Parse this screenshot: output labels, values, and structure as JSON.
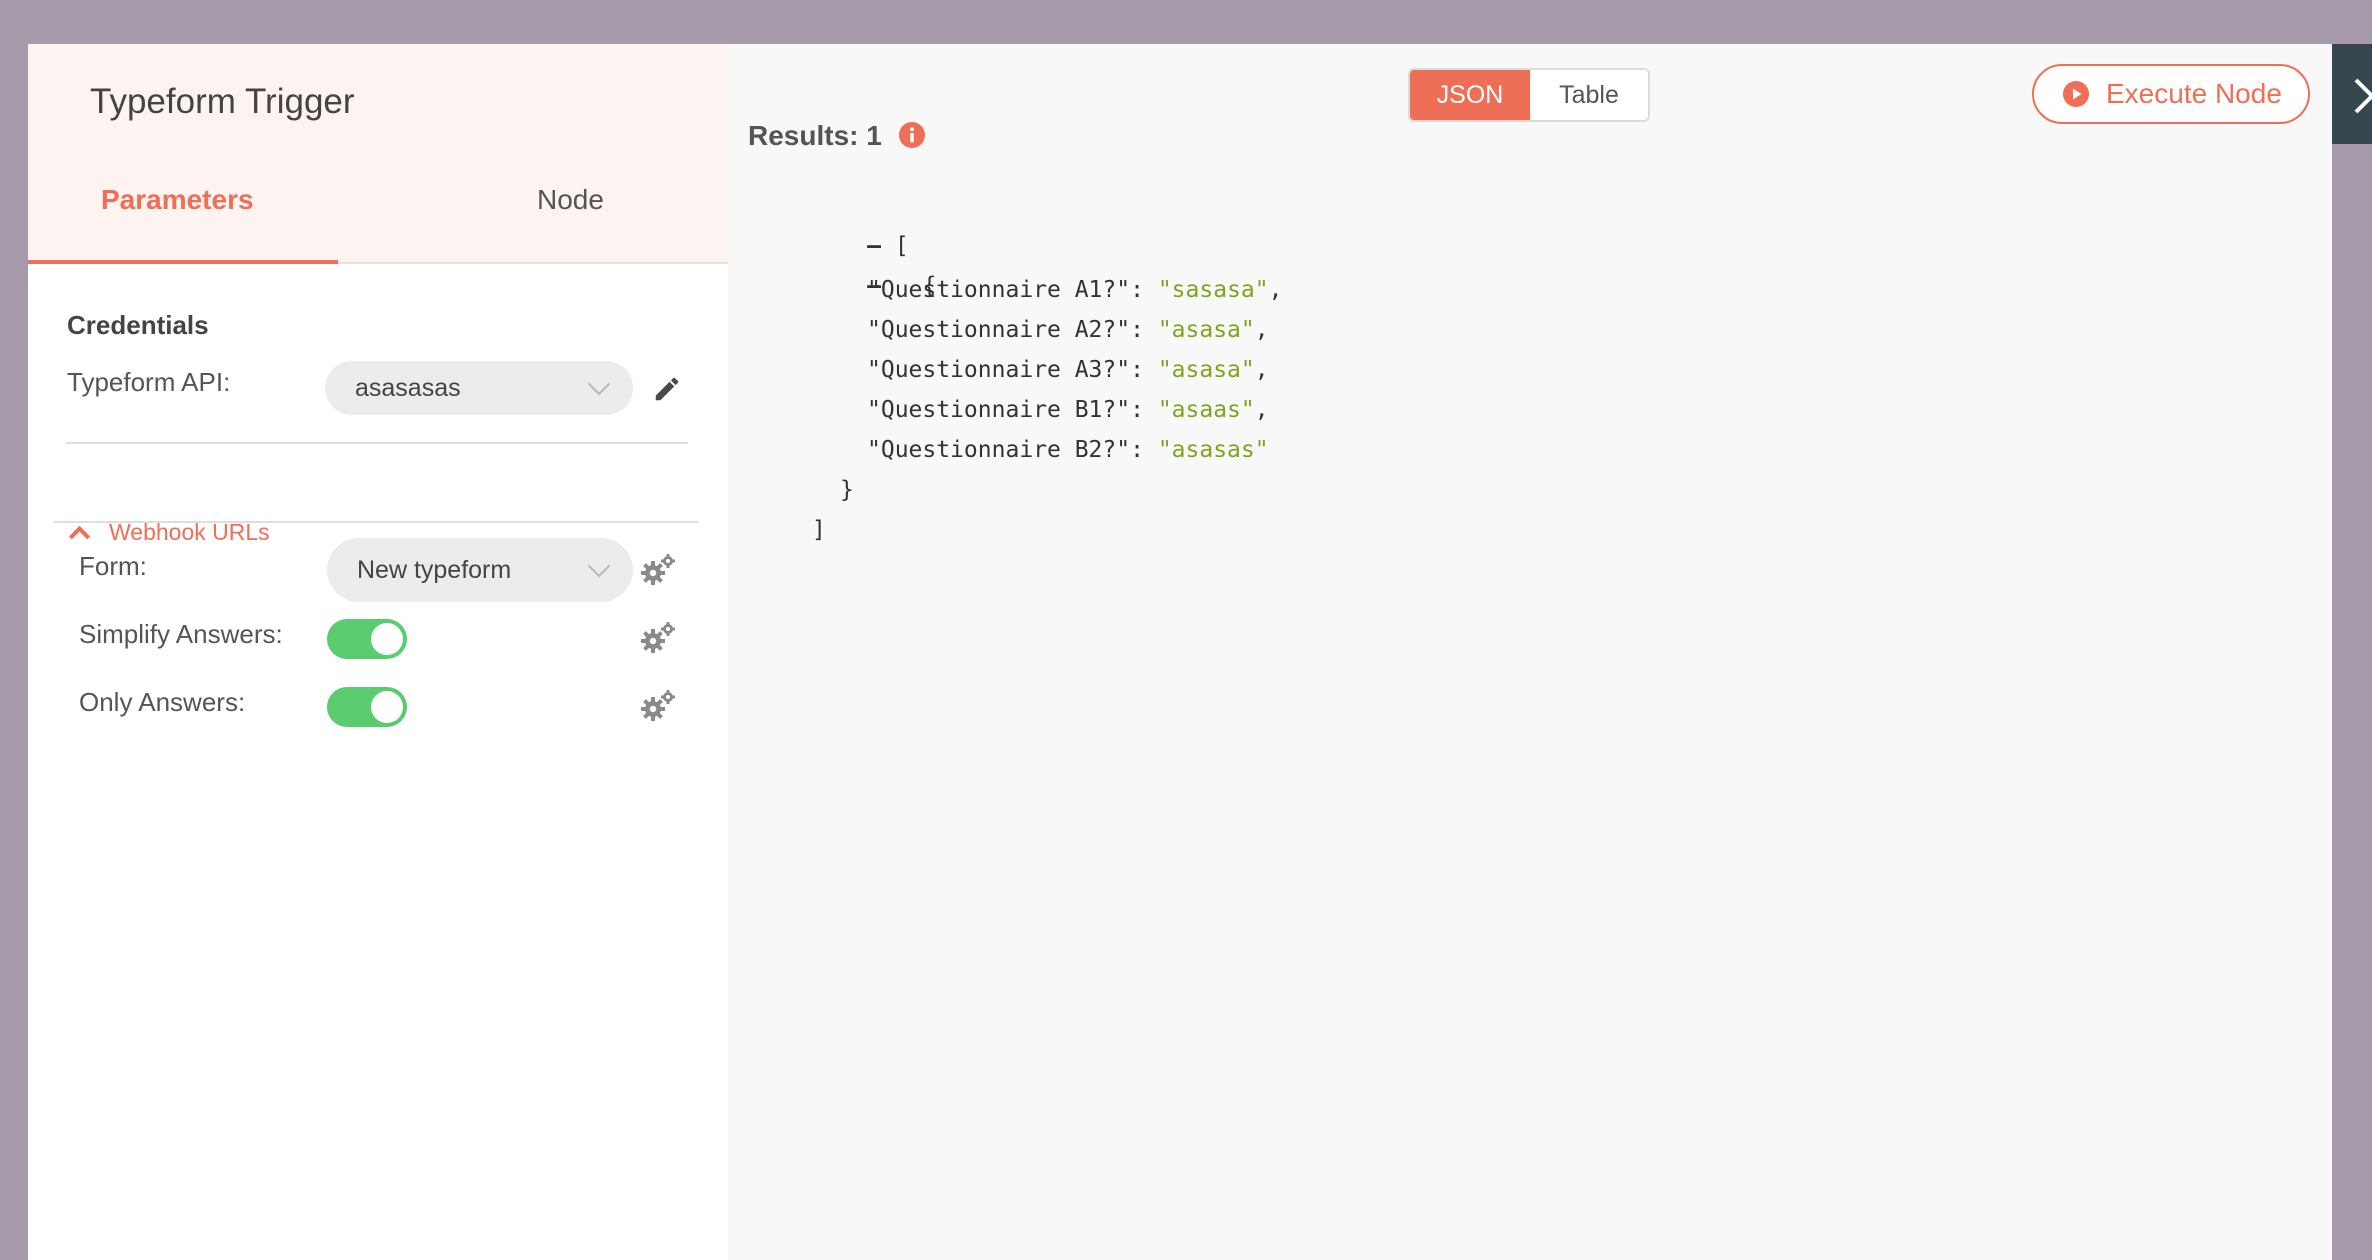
{
  "node": {
    "title": "Typeform Trigger",
    "tabs": [
      {
        "label": "Parameters",
        "active": true
      },
      {
        "label": "Node",
        "active": false
      }
    ]
  },
  "credentials": {
    "section_title": "Credentials",
    "api_label": "Typeform API:",
    "api_value": "asasasas"
  },
  "webhook": {
    "label": "Webhook URLs"
  },
  "params": {
    "form_label": "Form:",
    "form_value": "New typeform",
    "simplify_label": "Simplify Answers:",
    "simplify_on": true,
    "only_answers_label": "Only Answers:",
    "only_answers_on": true
  },
  "output": {
    "results_label": "Results: 1",
    "view_modes": [
      "JSON",
      "Table"
    ],
    "active_view": "JSON",
    "execute_label": "Execute Node",
    "json": {
      "open_array": "[",
      "open_object": "{",
      "close_object": "}",
      "close_array": "]",
      "entries": [
        {
          "key": "\"Questionnaire A1?\"",
          "value": "\"sasasa\"",
          "comma": ","
        },
        {
          "key": "\"Questionnaire A2?\"",
          "value": "\"asasa\"",
          "comma": ","
        },
        {
          "key": "\"Questionnaire A3?\"",
          "value": "\"asasa\"",
          "comma": ","
        },
        {
          "key": "\"Questionnaire B1?\"",
          "value": "\"asaas\"",
          "comma": ","
        },
        {
          "key": "\"Questionnaire B2?\"",
          "value": "\"asasas\"",
          "comma": ""
        }
      ]
    }
  },
  "colors": {
    "accent": "#ee6e56",
    "toggle_on": "#5bcb70",
    "json_string": "#7da51d"
  },
  "icons": [
    "pencil-icon",
    "gears-icon",
    "info-icon",
    "play-icon",
    "close-icon"
  ]
}
